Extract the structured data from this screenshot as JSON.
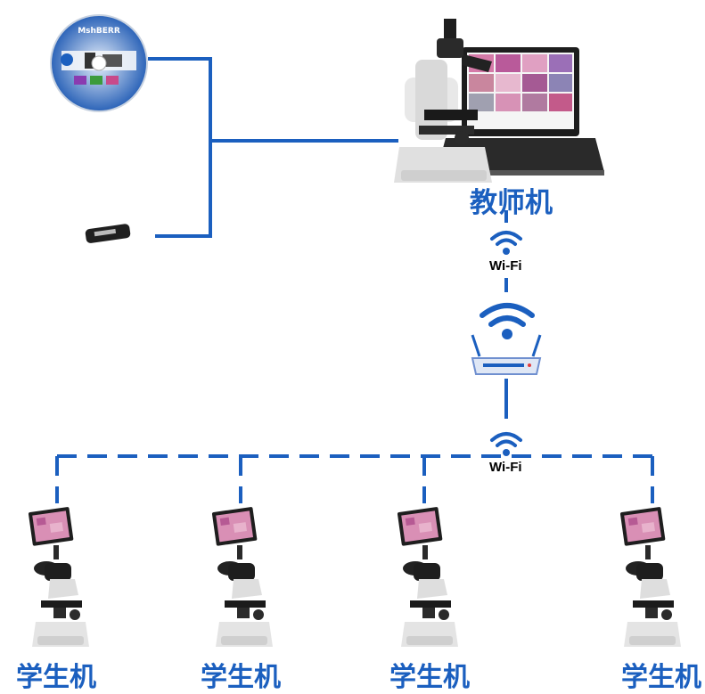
{
  "colors": {
    "blue": "#1b5fbf",
    "lightblue": "#2a76d8",
    "dark": "#222222"
  },
  "cd": {
    "brand": "MshBERR"
  },
  "teacher": {
    "label": "教师机"
  },
  "wifi_labels": [
    "Wi-Fi",
    "Wi-Fi"
  ],
  "students": [
    {
      "label": "学生机"
    },
    {
      "label": "学生机"
    },
    {
      "label": "学生机"
    },
    {
      "label": "学生机"
    }
  ],
  "icons": {
    "cd": "software-cd-icon",
    "usb": "usb-dongle-icon",
    "teacher": "microscope-laptop-icon",
    "wifi": "wifi-icon",
    "router": "router-icon",
    "student": "digital-microscope-icon"
  }
}
